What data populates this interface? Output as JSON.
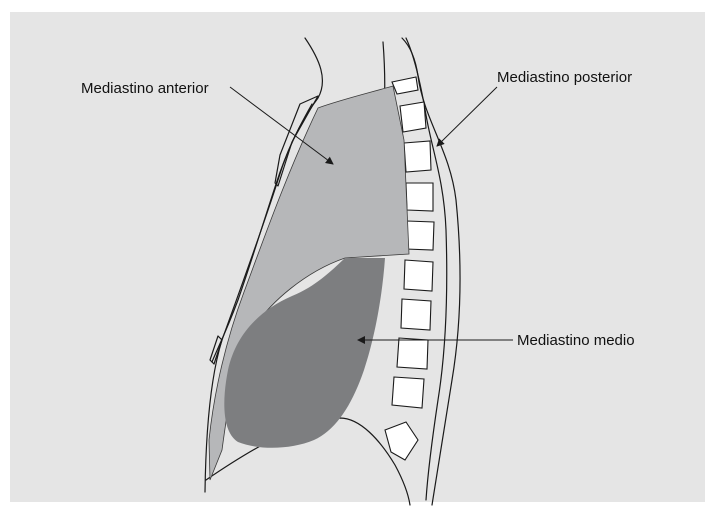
{
  "labels": {
    "anterior": "Mediastino anterior",
    "posterior": "Mediastino posterior",
    "medio": "Mediastino medio"
  },
  "colors": {
    "background": "#e5e5e5",
    "anterior_region": "#b6b7b9",
    "middle_region": "#7d7e80",
    "vertebra": "#ffffff",
    "line": "#1a1a1a"
  }
}
